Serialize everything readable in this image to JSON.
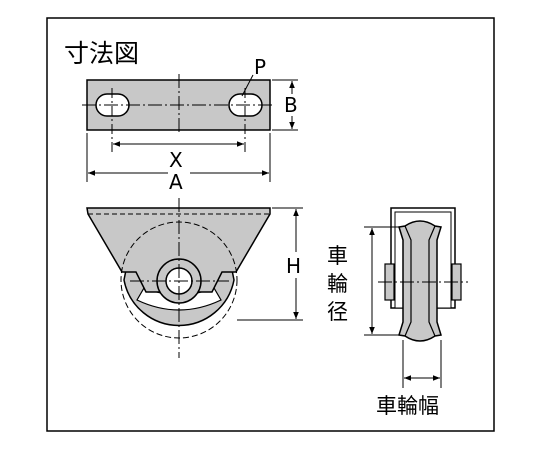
{
  "title": "寸法図",
  "labels": {
    "P": "P",
    "B": "B",
    "X": "X",
    "A": "A",
    "H": "H",
    "wheel_diameter": [
      "車",
      "輪",
      "径"
    ],
    "wheel_width": "車輪幅"
  },
  "colors": {
    "line": "#000000",
    "shade": "#c8c8c8",
    "background": "#ffffff"
  }
}
